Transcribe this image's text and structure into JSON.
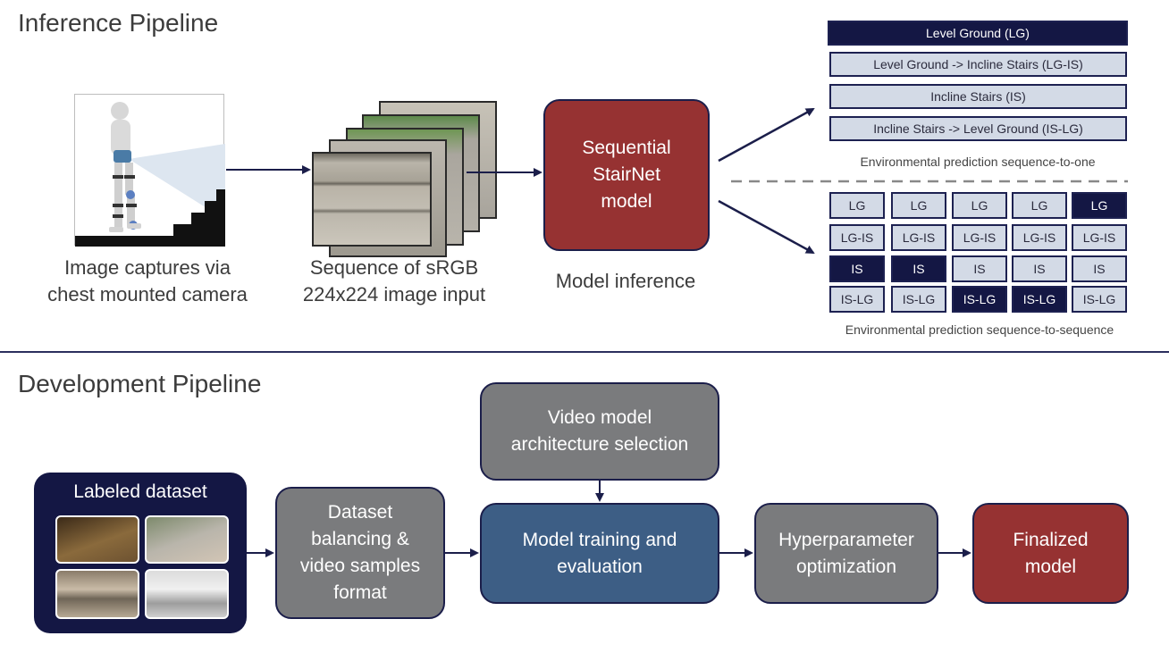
{
  "inference": {
    "title": "Inference Pipeline",
    "image_caption_1": "Image captures via",
    "image_caption_2": "chest mounted camera",
    "sequence_caption_1": "Sequence of sRGB",
    "sequence_caption_2": "224x224 image input",
    "model_line1": "Sequential",
    "model_line2": "StairNet",
    "model_line3": "model",
    "model_caption": "Model inference",
    "s2o_labels": [
      "Level Ground (LG)",
      "Level Ground -> Incline Stairs (LG-IS)",
      "Incline Stairs (IS)",
      "Incline Stairs -> Level Ground (IS-LG)"
    ],
    "s2o_caption": "Environmental prediction sequence-to-one",
    "s2s_rows": [
      [
        "LG",
        "LG",
        "LG",
        "LG",
        "LG"
      ],
      [
        "LG-IS",
        "LG-IS",
        "LG-IS",
        "LG-IS",
        "LG-IS"
      ],
      [
        "IS",
        "IS",
        "IS",
        "IS",
        "IS"
      ],
      [
        "IS-LG",
        "IS-LG",
        "IS-LG",
        "IS-LG",
        "IS-LG"
      ]
    ],
    "s2s_caption": "Environmental prediction sequence-to-sequence"
  },
  "development": {
    "title": "Development Pipeline",
    "dataset_label": "Labeled dataset",
    "balancing_line1": "Dataset",
    "balancing_line2": "balancing &",
    "balancing_line3": "video samples",
    "balancing_line4": "format",
    "arch_line1": "Video model",
    "arch_line2": "architecture selection",
    "train_line1": "Model training and",
    "train_line2": "evaluation",
    "hyper_line1": "Hyperparameter",
    "hyper_line2": "optimization",
    "final_line1": "Finalized",
    "final_line2": "model"
  },
  "colors": {
    "navy": "#141744",
    "light_blue": "#d3dae6",
    "grey": "#7a7b7d",
    "blue": "#3d5e85",
    "red": "#963232"
  }
}
